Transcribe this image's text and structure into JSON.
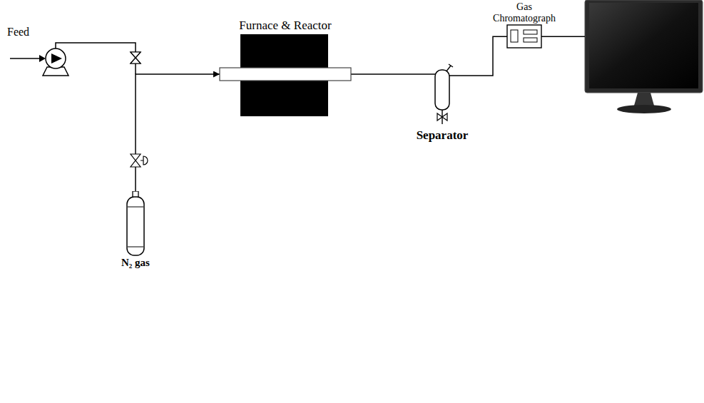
{
  "diagram": {
    "nodes": [
      {
        "text": [
          "Furnace & Reactor"
        ]
      },
      {
        "text": [
          "Separator"
        ]
      },
      {
        "text": [
          "Gas Chromatograph"
        ]
      },
      {
        "text": [
          "N₂ gas"
        ]
      }
    ],
    "edges": [
      {
        "from": 0,
        "to": 1,
        "arrow": "none"
      },
      {
        "from": 1,
        "to": 2,
        "arrow": "none"
      },
      {
        "from": 3,
        "to": 0,
        "arrow": "to"
      }
    ],
    "labels": [
      "Feed"
    ]
  }
}
